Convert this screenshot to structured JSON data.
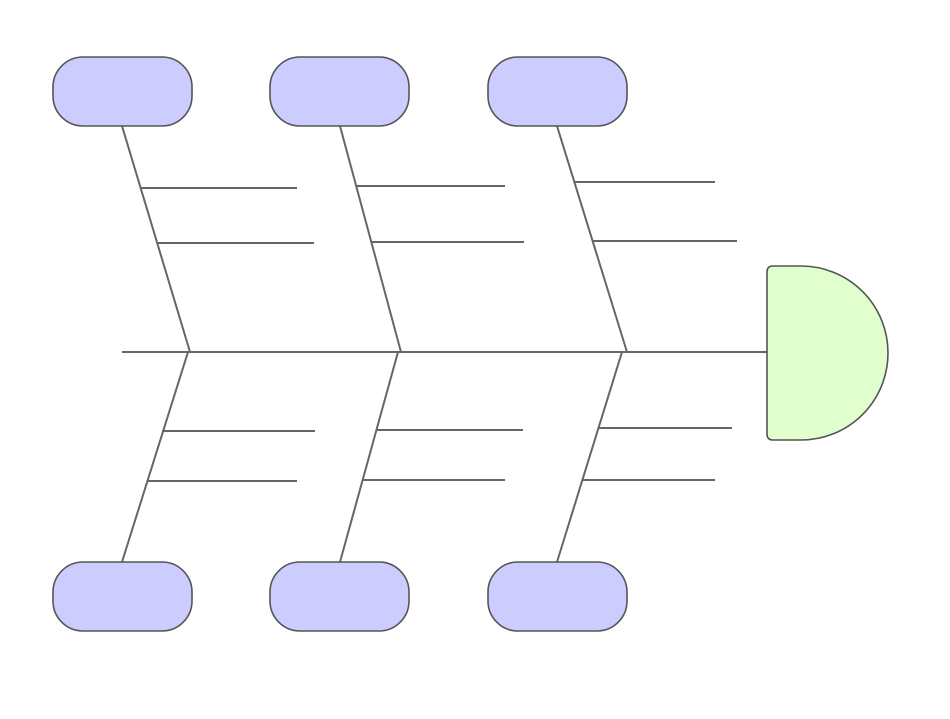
{
  "diagram": {
    "type": "fishbone",
    "effect": {
      "label": "",
      "fill": "#E0FFCC",
      "stroke": "#555555"
    },
    "categories": [
      {
        "label": "",
        "position": "top",
        "cause_count": 2
      },
      {
        "label": "",
        "position": "top",
        "cause_count": 2
      },
      {
        "label": "",
        "position": "top",
        "cause_count": 2
      },
      {
        "label": "",
        "position": "bottom",
        "cause_count": 2
      },
      {
        "label": "",
        "position": "bottom",
        "cause_count": 2
      },
      {
        "label": "",
        "position": "bottom",
        "cause_count": 2
      }
    ],
    "colors": {
      "category_fill": "#CCCCFF",
      "category_stroke": "#555555",
      "line": "#666666",
      "background": "#FFFFFF"
    }
  }
}
